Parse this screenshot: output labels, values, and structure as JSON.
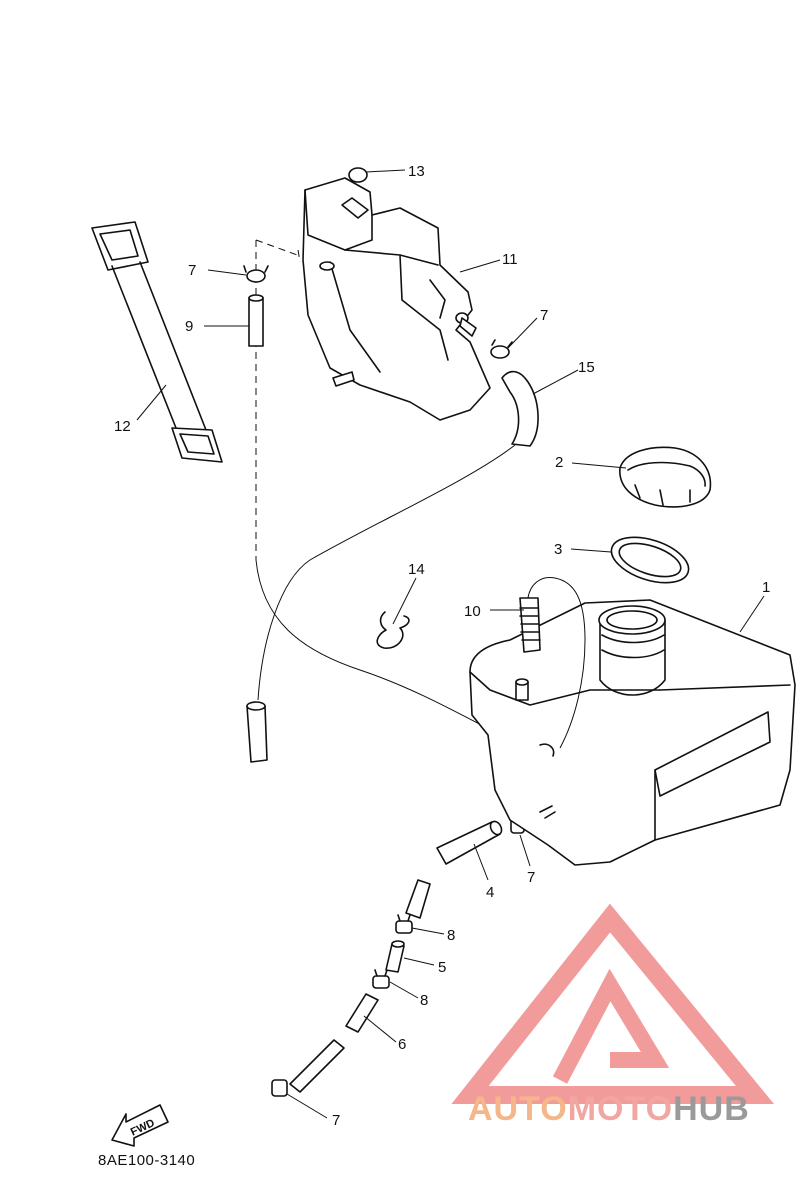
{
  "diagram": {
    "parts": [
      {
        "id": "part-1",
        "label": "1"
      },
      {
        "id": "part-2",
        "label": "2"
      },
      {
        "id": "part-3",
        "label": "3"
      },
      {
        "id": "part-4",
        "label": "4"
      },
      {
        "id": "part-5",
        "label": "5"
      },
      {
        "id": "part-6",
        "label": "6"
      },
      {
        "id": "part-7a",
        "label": "7"
      },
      {
        "id": "part-7b",
        "label": "7"
      },
      {
        "id": "part-7c",
        "label": "7"
      },
      {
        "id": "part-7d",
        "label": "7"
      },
      {
        "id": "part-8a",
        "label": "8"
      },
      {
        "id": "part-8b",
        "label": "8"
      },
      {
        "id": "part-9",
        "label": "9"
      },
      {
        "id": "part-10",
        "label": "10"
      },
      {
        "id": "part-11",
        "label": "11"
      },
      {
        "id": "part-12",
        "label": "12"
      },
      {
        "id": "part-13",
        "label": "13"
      },
      {
        "id": "part-14",
        "label": "14"
      },
      {
        "id": "part-15",
        "label": "15"
      }
    ],
    "fwd_label": "FWD",
    "drawing_code": "8AE100-3140"
  },
  "watermark": {
    "part1": "AUTO",
    "part2": "MOTO",
    "part3": "HUB",
    "colors": {
      "logo": "#f08a8a",
      "auto": "#f5b78a",
      "moto": "#f2a6a1",
      "hub": "#9a9a9a"
    }
  }
}
